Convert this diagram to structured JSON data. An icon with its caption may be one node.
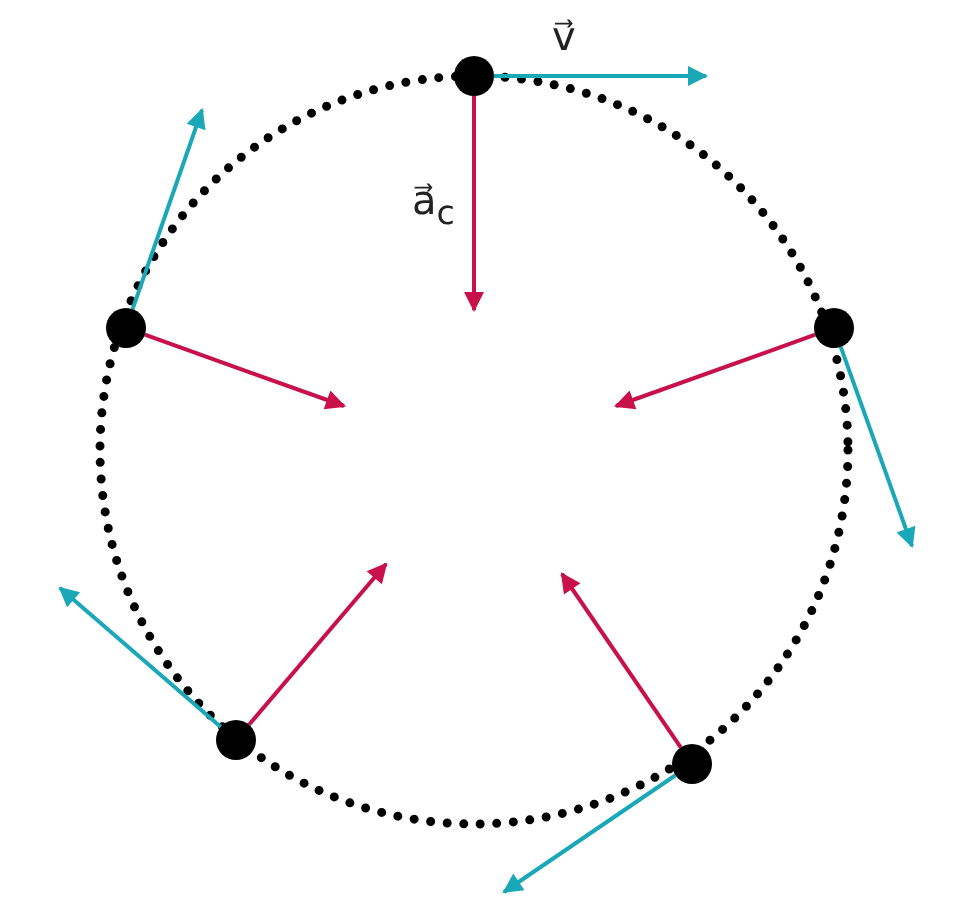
{
  "diagram": {
    "nodes": [
      {
        "text": [],
        "shape": "circle"
      },
      {
        "text": [],
        "shape": "circle"
      },
      {
        "text": [],
        "shape": "circle"
      },
      {
        "text": [],
        "shape": "circle"
      },
      {
        "text": [],
        "shape": "circle"
      }
    ],
    "edges": [
      {
        "from": 0,
        "to": null,
        "arrow": "to",
        "color": "#1aa7b8",
        "label": "v⃗"
      },
      {
        "from": 0,
        "to": null,
        "arrow": "to",
        "color": "#c8104a",
        "label": "a⃗$_{c}$"
      },
      {
        "from": 1,
        "to": null,
        "arrow": "to",
        "color": "#1aa7b8"
      },
      {
        "from": 1,
        "to": null,
        "arrow": "to",
        "color": "#c8104a"
      },
      {
        "from": 2,
        "to": null,
        "arrow": "to",
        "color": "#1aa7b8"
      },
      {
        "from": 2,
        "to": null,
        "arrow": "to",
        "color": "#c8104a"
      },
      {
        "from": 3,
        "to": null,
        "arrow": "to",
        "color": "#1aa7b8"
      },
      {
        "from": 3,
        "to": null,
        "arrow": "to",
        "color": "#c8104a"
      },
      {
        "from": 4,
        "to": null,
        "arrow": "to",
        "color": "#1aa7b8"
      },
      {
        "from": 4,
        "to": null,
        "arrow": "to",
        "color": "#c8104a"
      }
    ]
  }
}
